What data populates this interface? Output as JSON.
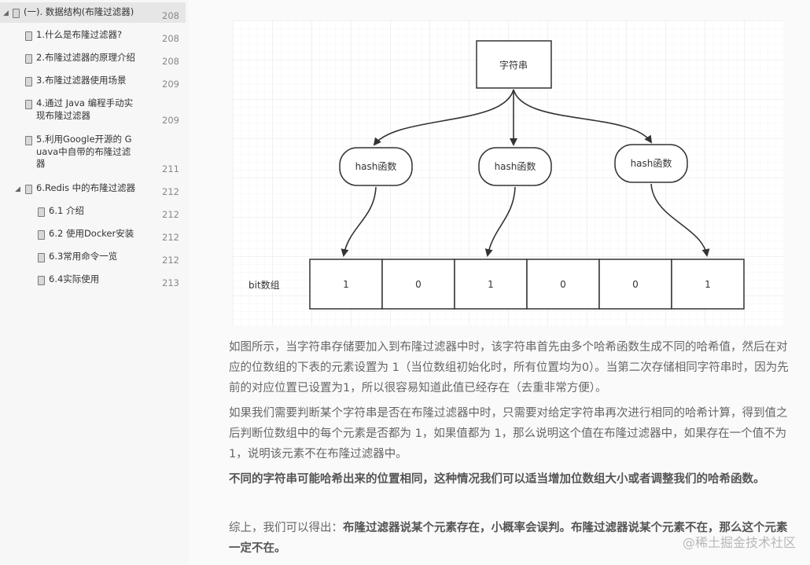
{
  "sidebar": {
    "items": [
      {
        "label": "(一). 数据结构(布隆过滤器)",
        "page": "208"
      },
      {
        "label": "1.什么是布隆过滤器?",
        "page": "208"
      },
      {
        "label": "2.布隆过滤器的原理介绍",
        "page": "208"
      },
      {
        "label": "3.布隆过滤器使用场景",
        "page": "209"
      },
      {
        "label": "4.通过 Java 编程手动实现布隆过滤器",
        "page": "209"
      },
      {
        "label": "5.利用Google开源的 Guava中自带的布隆过滤器",
        "page": "211"
      },
      {
        "label": "6.Redis 中的布隆过滤器",
        "page": "212"
      },
      {
        "label": "6.1 介绍",
        "page": "212"
      },
      {
        "label": "6.2 使用Docker安装",
        "page": "212"
      },
      {
        "label": "6.3常用命令一览",
        "page": "212"
      },
      {
        "label": "6.4实际使用",
        "page": "213"
      }
    ]
  },
  "diagram": {
    "string_label": "字符串",
    "hash_label": "hash函数",
    "bit_array_label": "bit数组",
    "bits": [
      "1",
      "0",
      "1",
      "0",
      "0",
      "1"
    ]
  },
  "content": {
    "p1": "如图所示，当字符串存储要加入到布隆过滤器中时，该字符串首先由多个哈希函数生成不同的哈希值，然后在对应的位数组的下表的元素设置为 1（当位数组初始化时，所有位置均为0）。当第二次存储相同字符串时，因为先前的对应位置已设置为1，所以很容易知道此值已经存在（去重非常方便）。",
    "p2": "如果我们需要判断某个字符串是否在布隆过滤器中时，只需要对给定字符串再次进行相同的哈希计算，得到值之后判断位数组中的每个元素是否都为 1，如果值都为 1，那么说明这个值在布隆过滤器中，如果存在一个值不为 1，说明该元素不在布隆过滤器中。",
    "p3_bold": "不同的字符串可能哈希出来的位置相同，这种情况我们可以适当增加位数组大小或者调整我们的哈希函数。",
    "p4_prefix": "综上，我们可以得出：",
    "p4_bold": "布隆过滤器说某个元素存在，小概率会误判。布隆过滤器说某个元素不在，那么这个元素一定不在。"
  },
  "watermark": "@稀土掘金技术社区"
}
